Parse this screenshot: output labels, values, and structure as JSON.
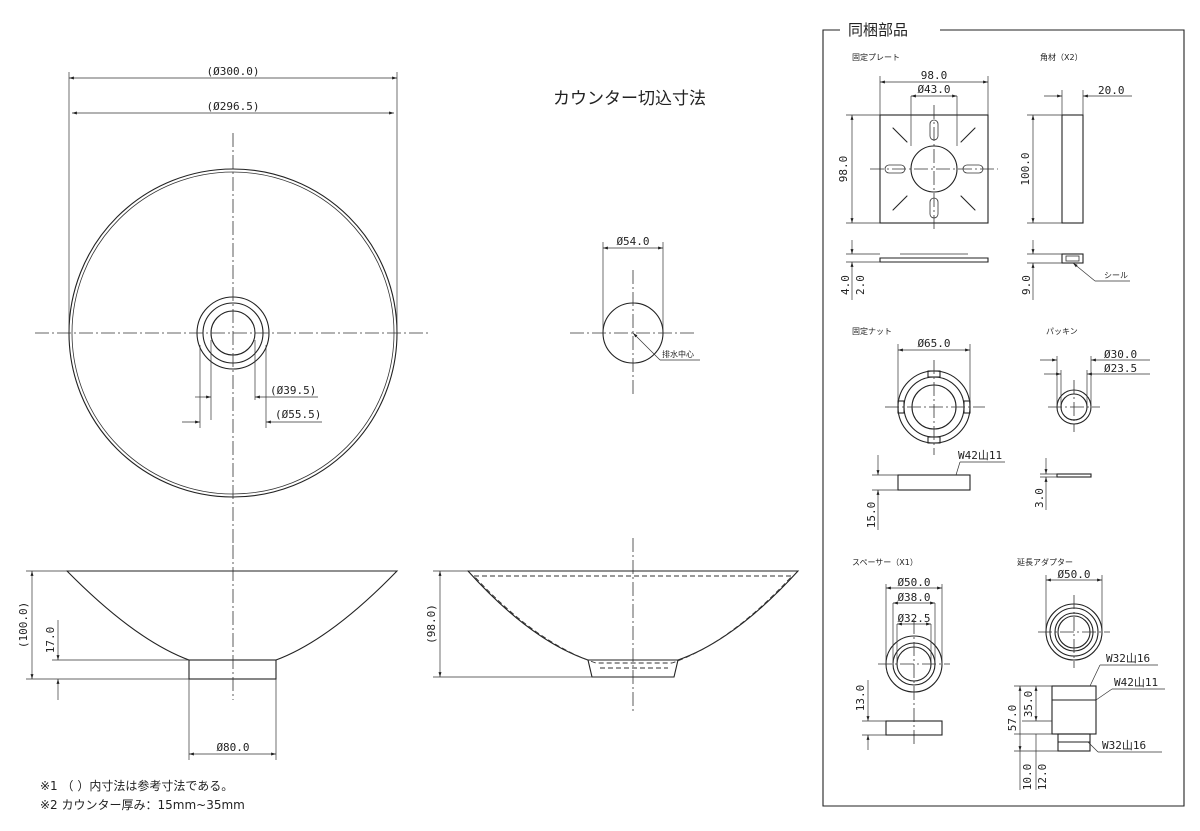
{
  "title": "カウンター切込寸法",
  "notes": [
    "※1 （ ）内寸法は参考寸法である。",
    "※2 カウンター厚み：15mm~35mm"
  ],
  "top_view": {
    "outer_diameter": "(Ø300.0)",
    "inner_diameter": "(Ø296.5)",
    "drain_inner": "(Ø39.5)",
    "drain_outer": "(Ø55.5)"
  },
  "cutout": {
    "diameter": "Ø54.0",
    "center_label": "排水中心"
  },
  "front_view": {
    "height": "(100.0)",
    "foot": "17.0",
    "base_diameter": "Ø80.0"
  },
  "section_view": {
    "height": "(98.0)"
  },
  "parts_box": {
    "heading": "同梱部品",
    "fixing_plate": {
      "label": "固定プレート",
      "width": "98.0",
      "hole": "Ø43.0",
      "height": "98.0",
      "t1": "4.0",
      "t2": "2.0"
    },
    "block": {
      "label": "角材（X2）",
      "width": "20.0",
      "height": "100.0",
      "depth": "9.0",
      "seal": "シール"
    },
    "nut": {
      "label": "固定ナット",
      "diameter": "Ø65.0",
      "thread": "W42山11",
      "height": "15.0"
    },
    "packing": {
      "label": "パッキン",
      "outer": "Ø30.0",
      "inner": "Ø23.5",
      "thickness": "3.0"
    },
    "spacer": {
      "label": "スペーサー（X1）",
      "d1": "Ø50.0",
      "d2": "Ø38.0",
      "d3": "Ø32.5",
      "height": "13.0"
    },
    "adapter": {
      "label": "延長アダプター",
      "diameter": "Ø50.0",
      "thread_top": "W32山16",
      "thread_mid": "W42山11",
      "thread_bot": "W32山16",
      "h1": "35.0",
      "h2": "57.0",
      "h3": "10.0",
      "h4": "12.0"
    }
  }
}
